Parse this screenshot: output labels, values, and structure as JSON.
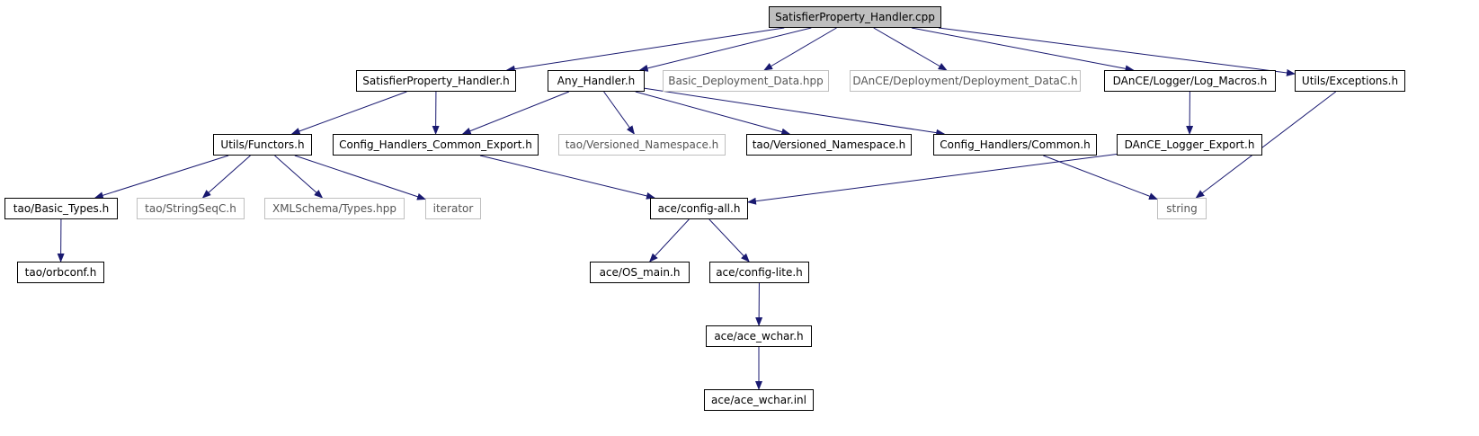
{
  "graph": {
    "nodes": [
      {
        "id": "root",
        "label": "SatisfierProperty_Handler.cpp",
        "kind": "root"
      },
      {
        "id": "sph_h",
        "label": "SatisfierProperty_Handler.h",
        "kind": "doc"
      },
      {
        "id": "any_h",
        "label": "Any_Handler.h",
        "kind": "doc"
      },
      {
        "id": "basic_dep",
        "label": "Basic_Deployment_Data.hpp",
        "kind": "ext"
      },
      {
        "id": "dep_datac",
        "label": "DAnCE/Deployment/Deployment_DataC.h",
        "kind": "ext"
      },
      {
        "id": "log_macros",
        "label": "DAnCE/Logger/Log_Macros.h",
        "kind": "doc"
      },
      {
        "id": "utils_exc",
        "label": "Utils/Exceptions.h",
        "kind": "doc"
      },
      {
        "id": "functors",
        "label": "Utils/Functors.h",
        "kind": "doc"
      },
      {
        "id": "common_export",
        "label": "Config_Handlers_Common_Export.h",
        "kind": "doc"
      },
      {
        "id": "tao_vns_ext",
        "label": "tao/Versioned_Namespace.h",
        "kind": "ext"
      },
      {
        "id": "tao_vns",
        "label": "tao/Versioned_Namespace.h",
        "kind": "doc"
      },
      {
        "id": "ch_common",
        "label": "Config_Handlers/Common.h",
        "kind": "doc"
      },
      {
        "id": "logger_export",
        "label": "DAnCE_Logger_Export.h",
        "kind": "doc"
      },
      {
        "id": "basic_types",
        "label": "tao/Basic_Types.h",
        "kind": "doc"
      },
      {
        "id": "stringseq",
        "label": "tao/StringSeqC.h",
        "kind": "ext"
      },
      {
        "id": "xmlschema",
        "label": "XMLSchema/Types.hpp",
        "kind": "ext"
      },
      {
        "id": "iterator",
        "label": "iterator",
        "kind": "ext"
      },
      {
        "id": "config_all",
        "label": "ace/config-all.h",
        "kind": "doc"
      },
      {
        "id": "string",
        "label": "string",
        "kind": "ext"
      },
      {
        "id": "orbconf",
        "label": "tao/orbconf.h",
        "kind": "doc"
      },
      {
        "id": "os_main",
        "label": "ace/OS_main.h",
        "kind": "doc"
      },
      {
        "id": "config_lite",
        "label": "ace/config-lite.h",
        "kind": "doc"
      },
      {
        "id": "ace_wchar",
        "label": "ace/ace_wchar.h",
        "kind": "doc"
      },
      {
        "id": "ace_wchar_inl",
        "label": "ace/ace_wchar.inl",
        "kind": "doc"
      }
    ],
    "edges": [
      [
        "root",
        "sph_h"
      ],
      [
        "root",
        "any_h"
      ],
      [
        "root",
        "basic_dep"
      ],
      [
        "root",
        "dep_datac"
      ],
      [
        "root",
        "log_macros"
      ],
      [
        "root",
        "utils_exc"
      ],
      [
        "sph_h",
        "functors"
      ],
      [
        "sph_h",
        "common_export"
      ],
      [
        "any_h",
        "common_export"
      ],
      [
        "any_h",
        "tao_vns_ext"
      ],
      [
        "any_h",
        "tao_vns"
      ],
      [
        "any_h",
        "ch_common"
      ],
      [
        "log_macros",
        "logger_export"
      ],
      [
        "utils_exc",
        "string"
      ],
      [
        "functors",
        "basic_types"
      ],
      [
        "functors",
        "stringseq"
      ],
      [
        "functors",
        "xmlschema"
      ],
      [
        "functors",
        "iterator"
      ],
      [
        "common_export",
        "config_all"
      ],
      [
        "ch_common",
        "string"
      ],
      [
        "logger_export",
        "config_all"
      ],
      [
        "basic_types",
        "orbconf"
      ],
      [
        "config_all",
        "os_main"
      ],
      [
        "config_all",
        "config_lite"
      ],
      [
        "config_lite",
        "ace_wchar"
      ],
      [
        "ace_wchar",
        "ace_wchar_inl"
      ]
    ],
    "colors": {
      "edge": "#191970",
      "node_border": "#000000",
      "external_border": "#bfbfbf",
      "external_text": "#555555",
      "root_fill": "#bfbfbf"
    }
  }
}
